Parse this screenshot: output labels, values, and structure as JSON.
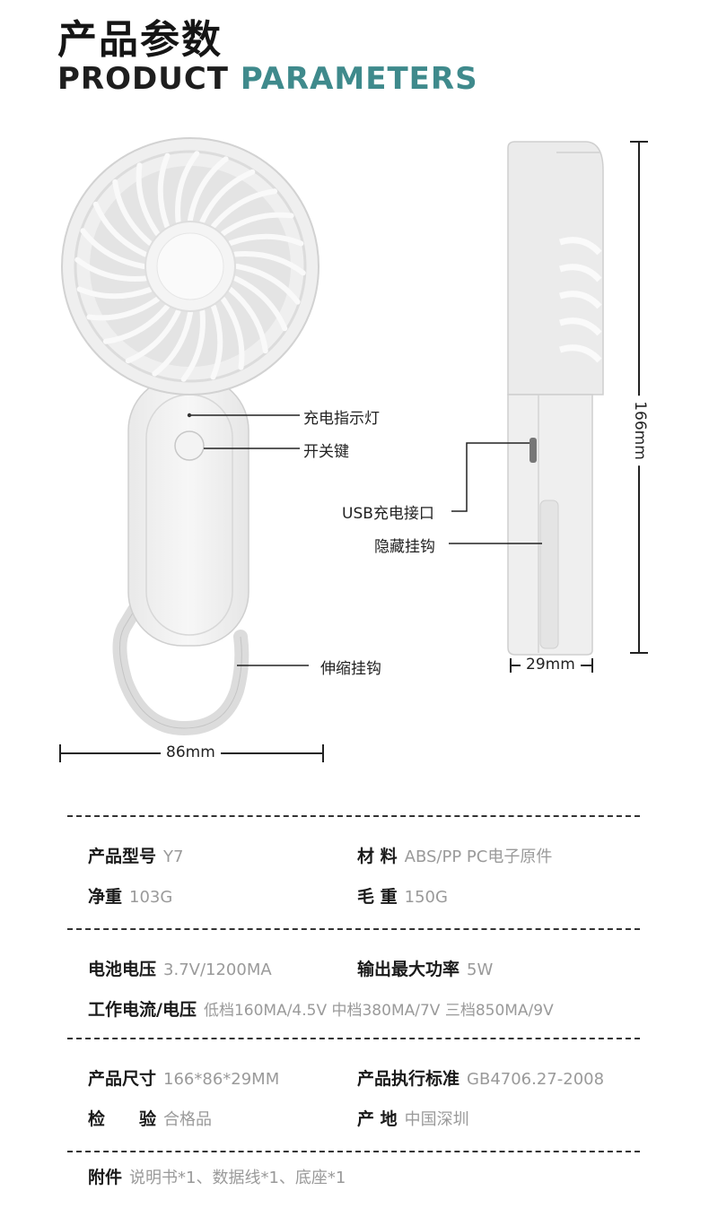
{
  "header": {
    "title_cn": "产品参数",
    "title_en_1": "PRODUCT",
    "title_en_2": "PARAMETERS"
  },
  "callouts": {
    "indicator": "充电指示灯",
    "switch": "开关键",
    "usb": "USB充电接口",
    "hidden_hook": "隐藏挂钩",
    "retract_hook": "伸缩挂钩"
  },
  "dimensions": {
    "width": "86mm",
    "height": "166mm",
    "depth": "29mm"
  },
  "specs": {
    "model_k": "产品型号",
    "model_v": "Y7",
    "material_k": "材 料",
    "material_v": "ABS/PP PC电子原件",
    "net_k": "净重",
    "net_v": "103G",
    "gross_k": "毛 重",
    "gross_v": "150G",
    "battery_k": "电池电压",
    "battery_v": "3.7V/1200MA",
    "power_k": "输出最大功率",
    "power_v": "5W",
    "current_k": "工作电流/电压",
    "current_v": "低档160MA/4.5V 中档380MA/7V 三档850MA/9V",
    "size_k": "产品尺寸",
    "size_v": "166*86*29MM",
    "standard_k": "产品执行标准",
    "standard_v": "GB4706.27-2008",
    "inspect_k": "检　　验",
    "inspect_v": "合格品",
    "origin_k": "产 地",
    "origin_v": "中国深圳",
    "accessory_k": "附件",
    "accessory_v": "说明书*1、数据线*1、底座*1"
  }
}
